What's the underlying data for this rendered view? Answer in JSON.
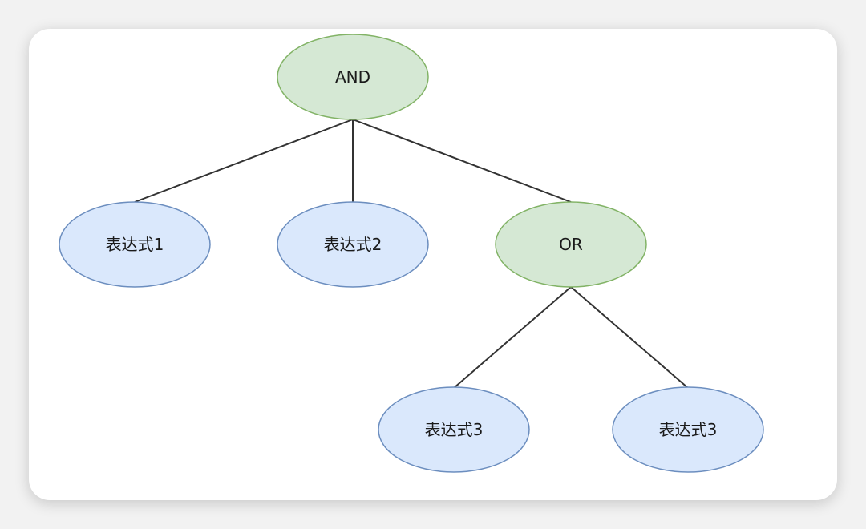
{
  "colors": {
    "operator_fill": "#d5e8d4",
    "operator_stroke": "#82b366",
    "operand_fill": "#dae8fc",
    "operand_stroke": "#6c8ebf",
    "edge": "#333333"
  },
  "nodes": {
    "and": {
      "label": "AND",
      "kind": "operator"
    },
    "expr1": {
      "label": "表达式1",
      "kind": "operand"
    },
    "expr2": {
      "label": "表达式2",
      "kind": "operand"
    },
    "or": {
      "label": "OR",
      "kind": "operator"
    },
    "expr3a": {
      "label": "表达式3",
      "kind": "operand"
    },
    "expr3b": {
      "label": "表达式3",
      "kind": "operand"
    }
  },
  "edges": [
    {
      "from": "and",
      "to": "expr1"
    },
    {
      "from": "and",
      "to": "expr2"
    },
    {
      "from": "and",
      "to": "or"
    },
    {
      "from": "or",
      "to": "expr3a"
    },
    {
      "from": "or",
      "to": "expr3b"
    }
  ]
}
